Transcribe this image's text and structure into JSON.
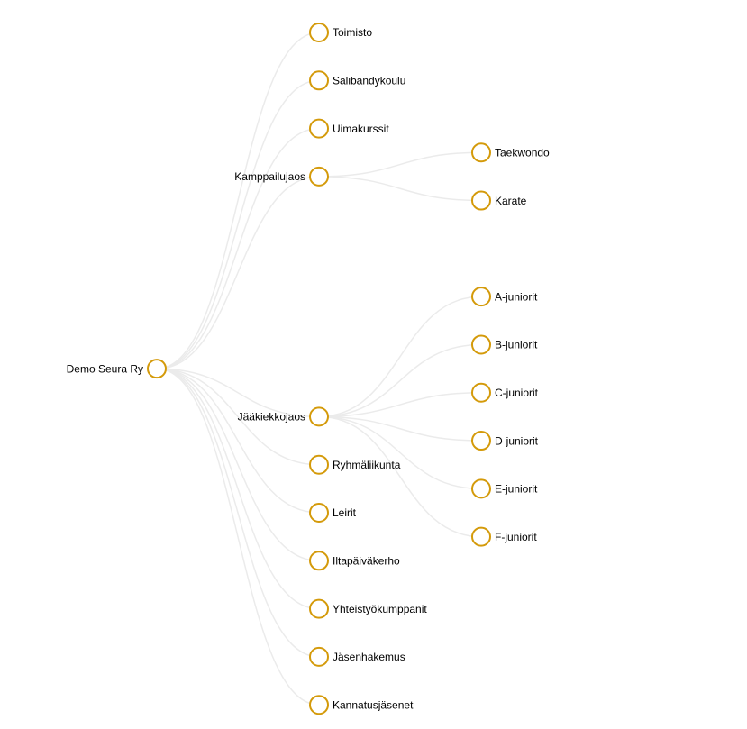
{
  "colors": {
    "node_stroke": "#d49a0a",
    "node_fill": "#ffffff",
    "link": "#ebebeb",
    "text": "#000000"
  },
  "tree": {
    "label": "Demo Seura Ry",
    "children": [
      {
        "label": "Toimisto"
      },
      {
        "label": "Salibandykoulu"
      },
      {
        "label": "Uimakurssit"
      },
      {
        "label": "Kamppailujaos",
        "children": [
          {
            "label": "Taekwondo"
          },
          {
            "label": "Karate"
          }
        ]
      },
      {
        "label": "Jääkiekkojaos",
        "children": [
          {
            "label": "A-juniorit"
          },
          {
            "label": "B-juniorit"
          },
          {
            "label": "C-juniorit"
          },
          {
            "label": "D-juniorit"
          },
          {
            "label": "E-juniorit"
          },
          {
            "label": "F-juniorit"
          }
        ]
      },
      {
        "label": "Ryhmäliikunta"
      },
      {
        "label": "Leirit"
      },
      {
        "label": "Iltapäiväkerho"
      },
      {
        "label": "Yhteistyökumppanit"
      },
      {
        "label": "Jäsenhakemus"
      },
      {
        "label": "Kannatusjäsenet"
      }
    ]
  }
}
